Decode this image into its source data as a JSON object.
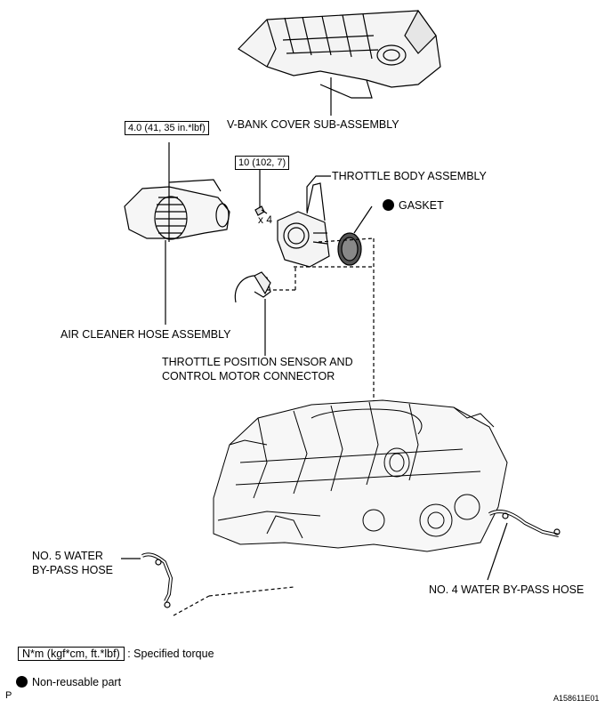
{
  "labels": {
    "v_bank_cover": "V-BANK COVER SUB-ASSEMBLY",
    "throttle_body": "THROTTLE BODY ASSEMBLY",
    "gasket": "GASKET",
    "air_cleaner_hose": "AIR CLEANER HOSE ASSEMBLY",
    "tps_line1": "THROTTLE POSITION SENSOR AND",
    "tps_line2": "CONTROL MOTOR CONNECTOR",
    "no5_line1": "NO. 5 WATER",
    "no5_line2": "BY-PASS HOSE",
    "no4": "NO. 4 WATER BY-PASS HOSE",
    "qty_x4": "x 4"
  },
  "torques": {
    "air_cleaner": "4.0 (41, 35 in.*lbf)",
    "throttle_bolts": "10 (102, 7)"
  },
  "legend": {
    "torque_units": "N*m (kgf*cm, ft.*lbf)",
    "torque_desc": ": Specified torque",
    "non_reusable": "Non-reusable part"
  },
  "corner": {
    "left": "P",
    "figure_id": "A158611E01"
  },
  "colors": {
    "ink": "#000000",
    "paper": "#ffffff"
  }
}
